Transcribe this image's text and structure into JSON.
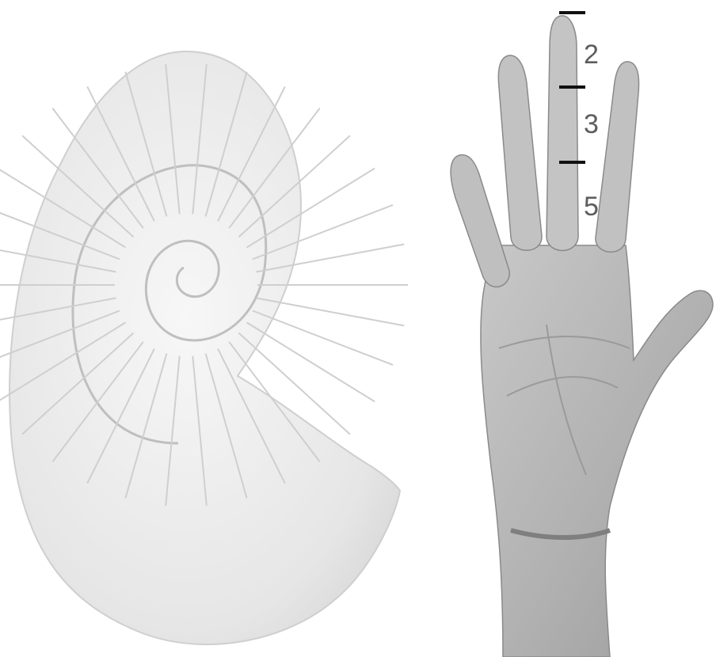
{
  "labels": {
    "segment_top": "2",
    "segment_middle": "3",
    "segment_bottom": "5"
  },
  "colors": {
    "background": "#ffffff",
    "shell_light": "#f3f3f3",
    "shell_mid": "#d9d9d9",
    "shell_dark": "#bdbdbd",
    "skin_light": "#bdbdbd",
    "skin_mid": "#a6a6a6",
    "skin_dark": "#8c8c8c",
    "marker": "#111111"
  },
  "icons": {
    "shell": "nautilus-shell-illustration",
    "hand": "open-hand-illustration"
  }
}
